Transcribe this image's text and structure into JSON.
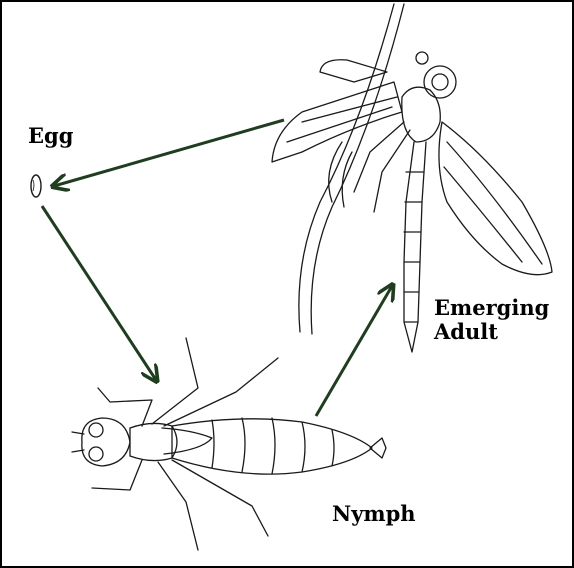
{
  "diagram": {
    "labels": {
      "egg": "Egg",
      "adult_line1": "Emerging",
      "adult_line2": "Adult",
      "nymph": "Nymph"
    },
    "arrow_color": "#1f3d1f",
    "line_color": "#1a1a1a",
    "icons": {
      "egg": "egg-icon",
      "adult": "dragonfly-icon",
      "nymph": "nymph-icon"
    }
  }
}
